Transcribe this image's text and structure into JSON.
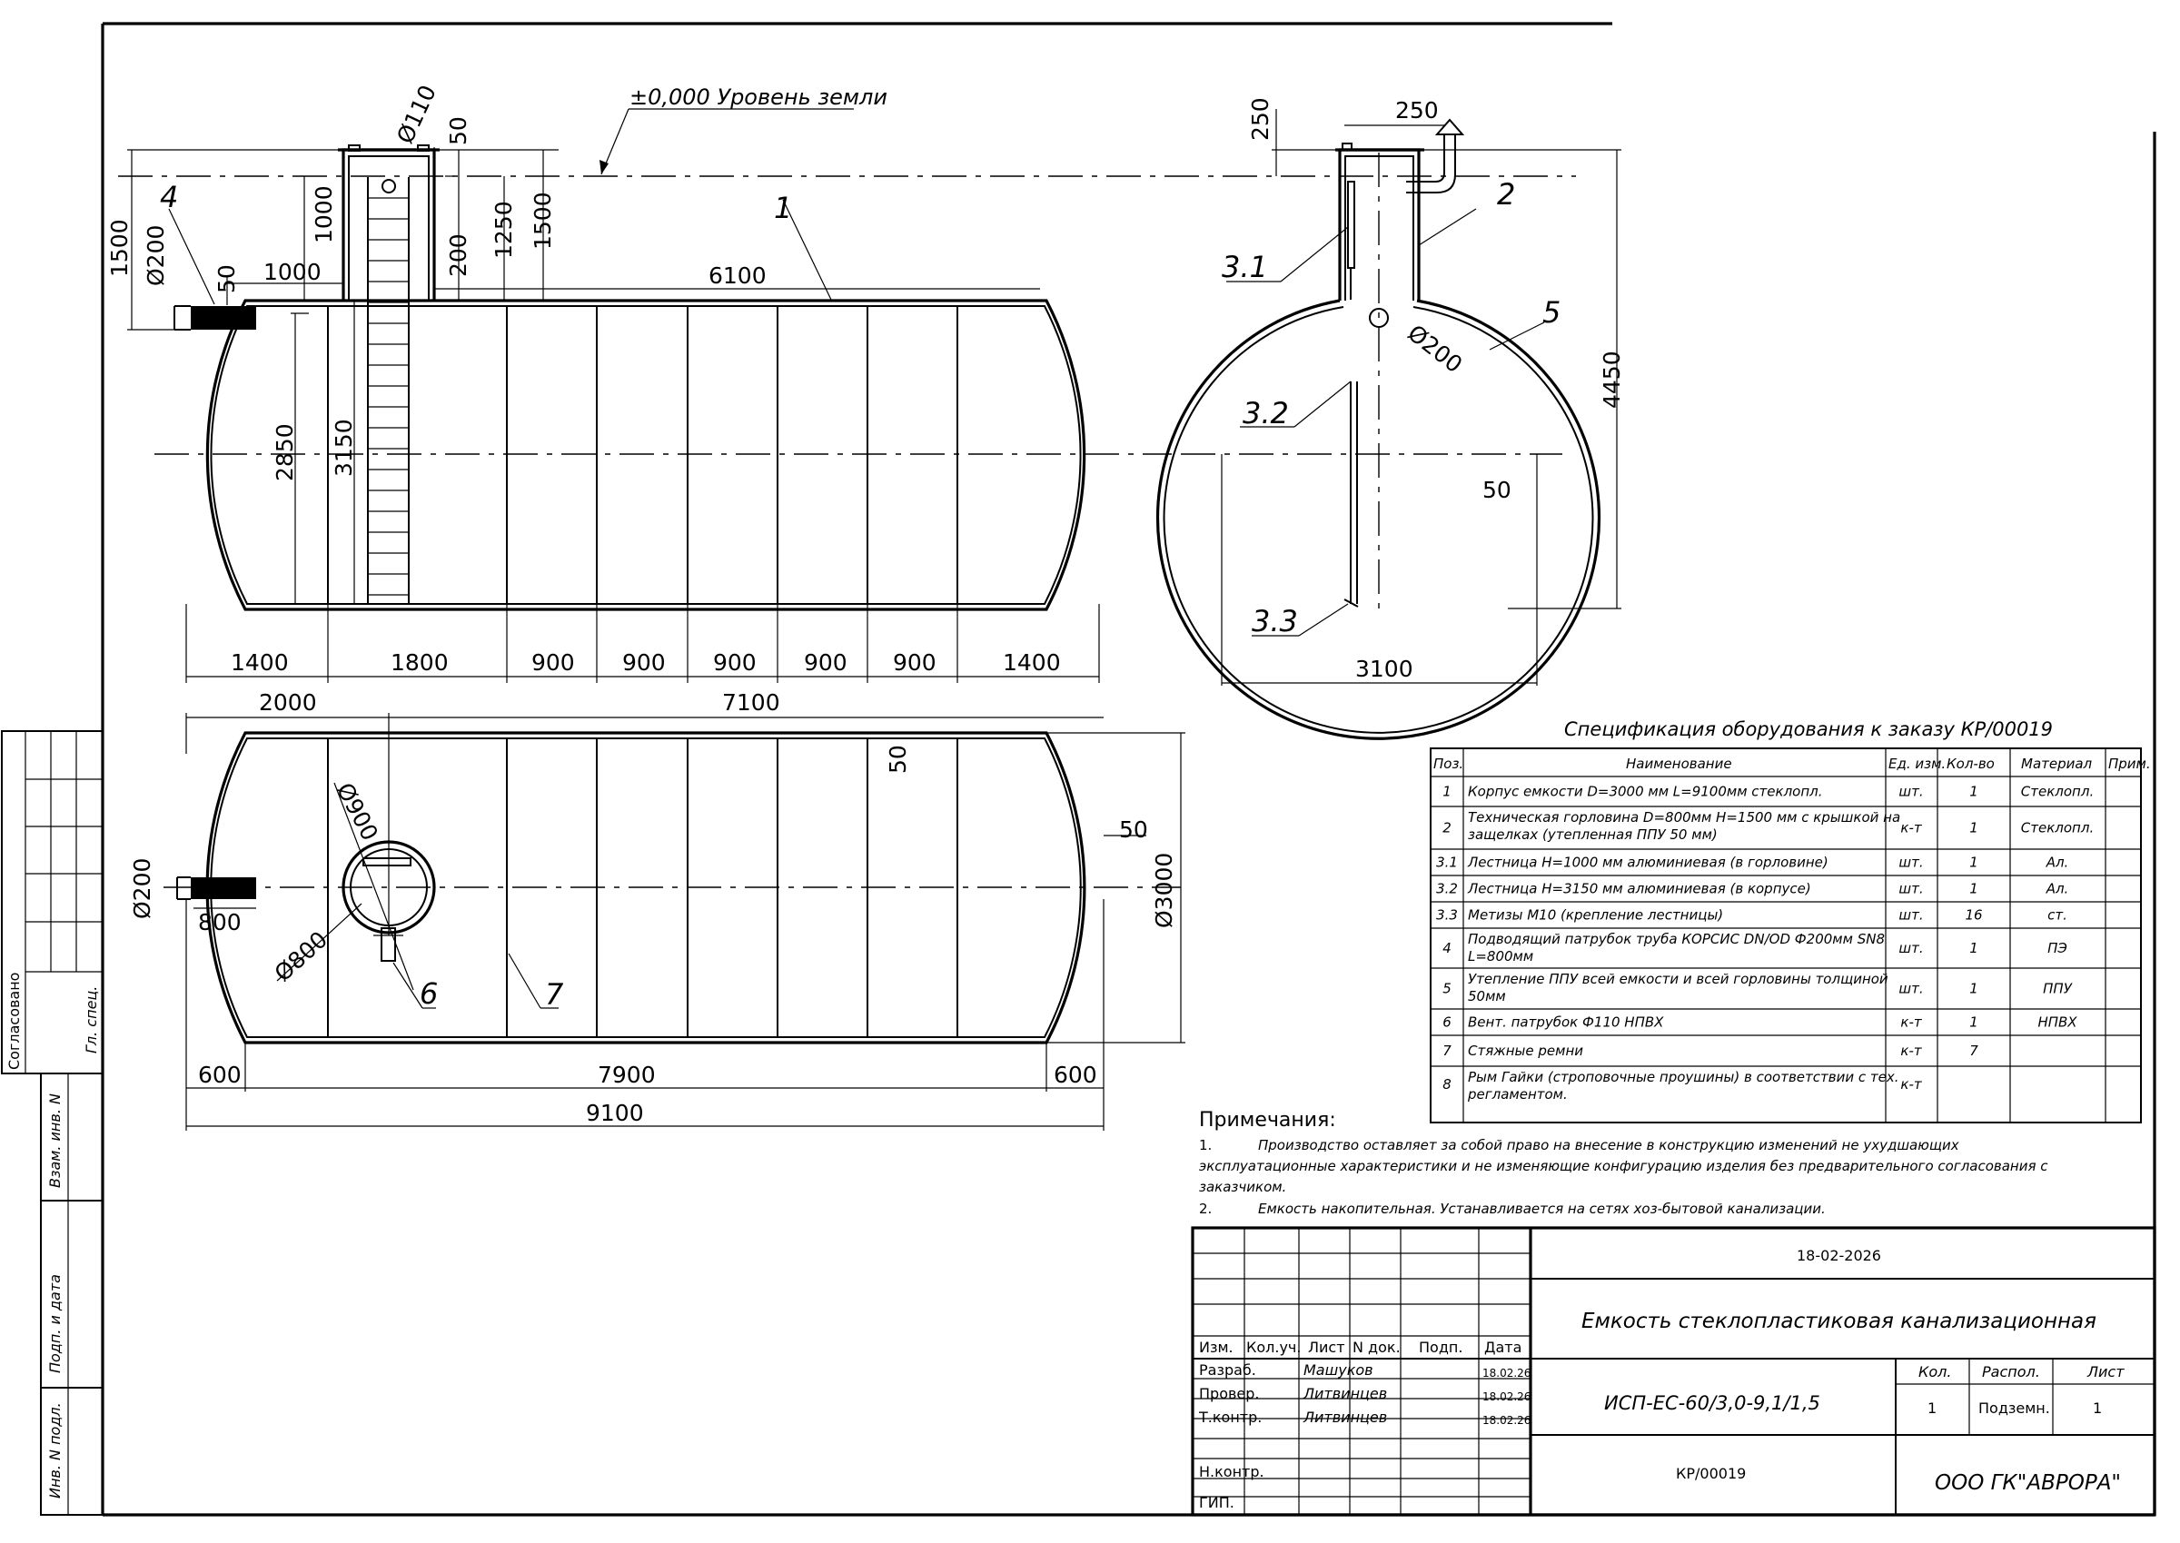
{
  "drawing": {
    "ground_level": "±0,000 Уровень земли",
    "side_view": {
      "dims": {
        "d110": "Ø110",
        "h50_top": "50",
        "h1500_left": "1500",
        "d200_left": "Ø200",
        "h50_left": "50",
        "w1000": "1000",
        "h1000": "1000",
        "h200": "200",
        "h1250": "1250",
        "h1500": "1500",
        "w6100": "6100",
        "h2850": "2850",
        "h3150": "3150"
      },
      "bottom_dims": [
        "1400",
        "1800",
        "900",
        "900",
        "900",
        "900",
        "900",
        "1400"
      ],
      "callouts": {
        "c1": "1",
        "c4": "4"
      }
    },
    "end_view": {
      "dims": {
        "w250": "250",
        "h250": "250",
        "h4450": "4450",
        "d200": "Ø200",
        "t50": "50",
        "w3100": "3100"
      },
      "callouts": {
        "c2": "2",
        "c5": "5",
        "c31": "3.1",
        "c32": "3.2",
        "c33": "3.3"
      }
    },
    "plan_view": {
      "dims": {
        "w2000": "2000",
        "w7100": "7100",
        "t50_top": "50",
        "t50_right": "50",
        "d3000": "Ø3000",
        "d200": "Ø200",
        "w800": "800",
        "d900": "Ø900",
        "d800": "Ø800",
        "w600_left": "600",
        "w7900": "7900",
        "w600_right": "600",
        "w9100": "9100"
      },
      "callouts": {
        "c6": "6",
        "c7": "7"
      }
    }
  },
  "spec": {
    "title": "Спецификация оборудования к заказу КР/00019",
    "headers": [
      "Поз.",
      "Наименование",
      "Ед. изм.",
      "Кол-во",
      "Материал",
      "Прим."
    ],
    "rows": [
      {
        "pos": "1",
        "name": [
          "Корпус емкости D=3000 мм L=9100мм стеклопл."
        ],
        "unit": "шт.",
        "qty": "1",
        "mat": "Стеклопл.",
        "note": ""
      },
      {
        "pos": "2",
        "name": [
          "Техническая горловина D=800мм H=1500 мм с крышкой на",
          "защелках (утепленная ППУ 50 мм)"
        ],
        "unit": "к-т",
        "qty": "1",
        "mat": "Стеклопл.",
        "note": ""
      },
      {
        "pos": "3.1",
        "name": [
          "Лестница H=1000 мм алюминиевая (в горловине)"
        ],
        "unit": "шт.",
        "qty": "1",
        "mat": "Ал.",
        "note": ""
      },
      {
        "pos": "3.2",
        "name": [
          "Лестница H=3150 мм алюминиевая (в корпусе)"
        ],
        "unit": "шт.",
        "qty": "1",
        "mat": "Ал.",
        "note": ""
      },
      {
        "pos": "3.3",
        "name": [
          "Метизы М10 (крепление лестницы)"
        ],
        "unit": "шт.",
        "qty": "16",
        "mat": "ст.",
        "note": ""
      },
      {
        "pos": "4",
        "name": [
          "Подводящий патрубок труба КОРСИС DN/OD   Ф200мм SN8",
          "L=800мм"
        ],
        "unit": "шт.",
        "qty": "1",
        "mat": "ПЭ",
        "note": ""
      },
      {
        "pos": "5",
        "name": [
          "Утепление ППУ  всей емкости и всей горловины толщиной",
          "50мм"
        ],
        "unit": "шт.",
        "qty": "1",
        "mat": "ППУ",
        "note": ""
      },
      {
        "pos": "6",
        "name": [
          "Вент. патрубок Ф110 НПВХ"
        ],
        "unit": "к-т",
        "qty": "1",
        "mat": "НПВХ",
        "note": ""
      },
      {
        "pos": "7",
        "name": [
          "Стяжные ремни"
        ],
        "unit": "к-т",
        "qty": "7",
        "mat": "",
        "note": ""
      },
      {
        "pos": "8",
        "name": [
          "Рым Гайки (строповочные проушины) в соответствии с тех.",
          "регламентом."
        ],
        "unit": "к-т",
        "qty": "",
        "mat": "",
        "note": ""
      }
    ]
  },
  "notes": {
    "title": "Примечания:",
    "items": [
      {
        "num": "1.",
        "lines": [
          "Производство оставляет за собой право на внесение в конструкцию изменений не ухудшающих",
          "эксплуатационные характеристики и не изменяющие конфигурацию изделия без предварительного согласования с",
          "заказчиком."
        ]
      },
      {
        "num": "2.",
        "lines": [
          "Емкость накопительная. Устанавливается на сетях хоз-бытовой канализации."
        ]
      }
    ]
  },
  "title_block": {
    "date": "18-02-2026",
    "title": "Емкость стеклопластиковая канализационная",
    "code": "ИСП-ЕС-60/3,0-9,1/1,5",
    "order": "КР/00019",
    "company": "ООО ГК\"АВРОРА\"",
    "col_headers": [
      "Изм.",
      "Кол.уч.",
      "Лист",
      "N док.",
      "Подп.",
      "Дата"
    ],
    "roles": [
      {
        "role": "Разраб.",
        "name": "Машуков",
        "date": "18.02.26"
      },
      {
        "role": "Провер.",
        "name": "Литвинцев",
        "date": "18.02.26"
      },
      {
        "role": "Т.контр.",
        "name": "Литвинцев",
        "date": "18.02.26"
      },
      {
        "role": "",
        "name": "",
        "date": ""
      },
      {
        "role": "Н.контр.",
        "name": "",
        "date": ""
      },
      {
        "role": "ГИП.",
        "name": "",
        "date": ""
      }
    ],
    "kol_label": "Кол.",
    "raspol_label": "Распол.",
    "list_label": "Лист",
    "kol_value": "1",
    "raspol_value": "Подземн.",
    "list_value": "1"
  },
  "side_stamp": {
    "soglasovano": "Согласовано",
    "gl_spec": "Гл. спец.",
    "vzam_inv": "Взам. инв. N",
    "podp_data": "Подп. и дата",
    "inv_podl": "Инв. N подл."
  }
}
